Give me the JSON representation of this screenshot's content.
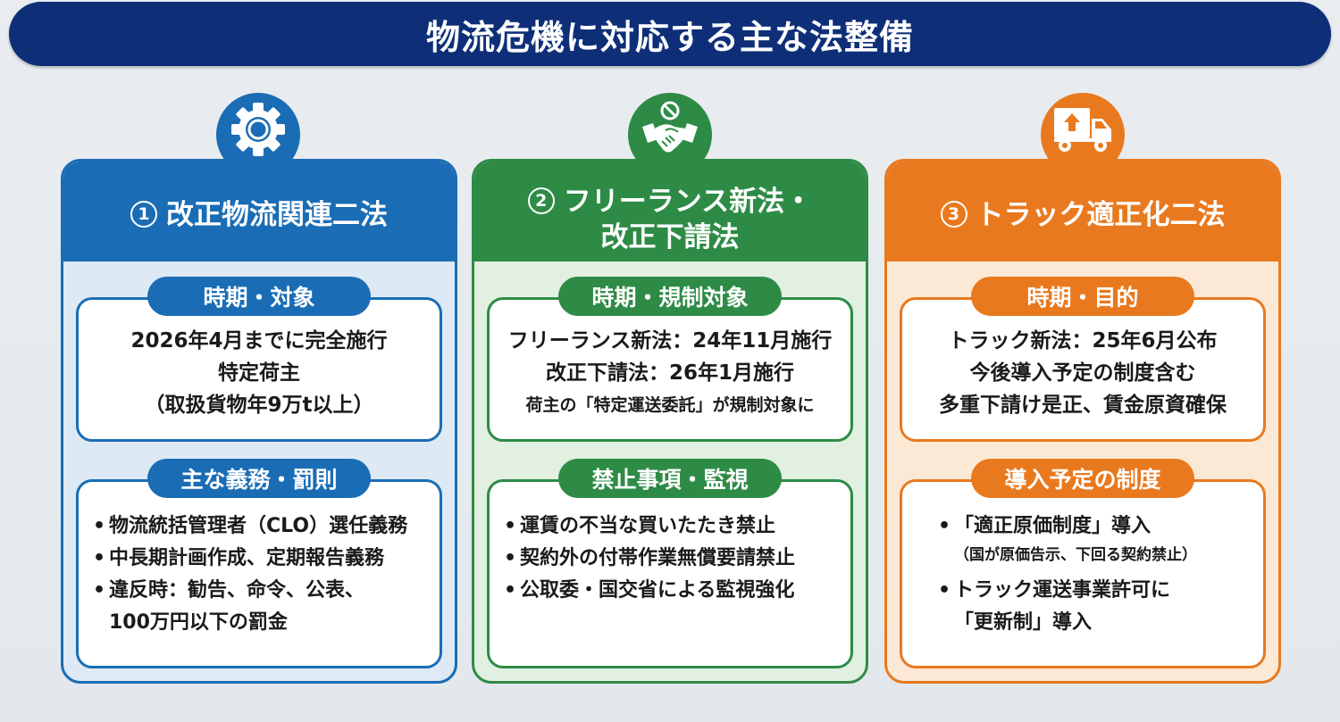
{
  "title": "物流危機に対応する主な法整備",
  "colors": {
    "title_bg": "#0e2f78",
    "card1": "#1a6db5",
    "card2": "#2e8b46",
    "card3": "#e9791e"
  },
  "cards": [
    {
      "number": "1",
      "icon": "gear-icon",
      "title_lines": [
        "改正物流関連二法"
      ],
      "sections": [
        {
          "label": "時期・対象",
          "lines": [
            "2026年4月までに完全施行",
            "特定荷主",
            "（取扱貨物年9万t以上）"
          ]
        },
        {
          "label": "主な義務・罰則",
          "bullets": [
            {
              "text": "物流統括管理者（CLO）選任義務"
            },
            {
              "text": "中長期計画作成、定期報告義務"
            },
            {
              "text": "違反時：勧告、命令、公表、",
              "cont": "100万円以下の罰金"
            }
          ]
        }
      ]
    },
    {
      "number": "2",
      "icon": "handshake-prohibited-icon",
      "title_lines": [
        "フリーランス新法・",
        "改正下請法"
      ],
      "sections": [
        {
          "label": "時期・規制対象",
          "lines": [
            "フリーランス新法：24年11月施行",
            "改正下請法：26年1月施行",
            "荷主の「特定運送委託」が規制対象に"
          ]
        },
        {
          "label": "禁止事項・監視",
          "bullets": [
            {
              "text": "運賃の不当な買いたたき禁止"
            },
            {
              "text": "契約外の付帯作業無償要請禁止"
            },
            {
              "text": "公取委・国交省による監視強化"
            }
          ]
        }
      ]
    },
    {
      "number": "3",
      "icon": "truck-icon",
      "title_lines": [
        "トラック適正化二法"
      ],
      "sections": [
        {
          "label": "時期・目的",
          "lines": [
            "トラック新法：25年6月公布",
            "今後導入予定の制度含む",
            "多重下請け是正、賃金原資確保"
          ]
        },
        {
          "label": "導入予定の制度",
          "bullets": [
            {
              "text": "「適正原価制度」導入",
              "sub": "（国が原価告示、下回る契約禁止）"
            },
            {
              "text": "トラック運送事業許可に",
              "cont": "「更新制」導入"
            }
          ]
        }
      ]
    }
  ]
}
